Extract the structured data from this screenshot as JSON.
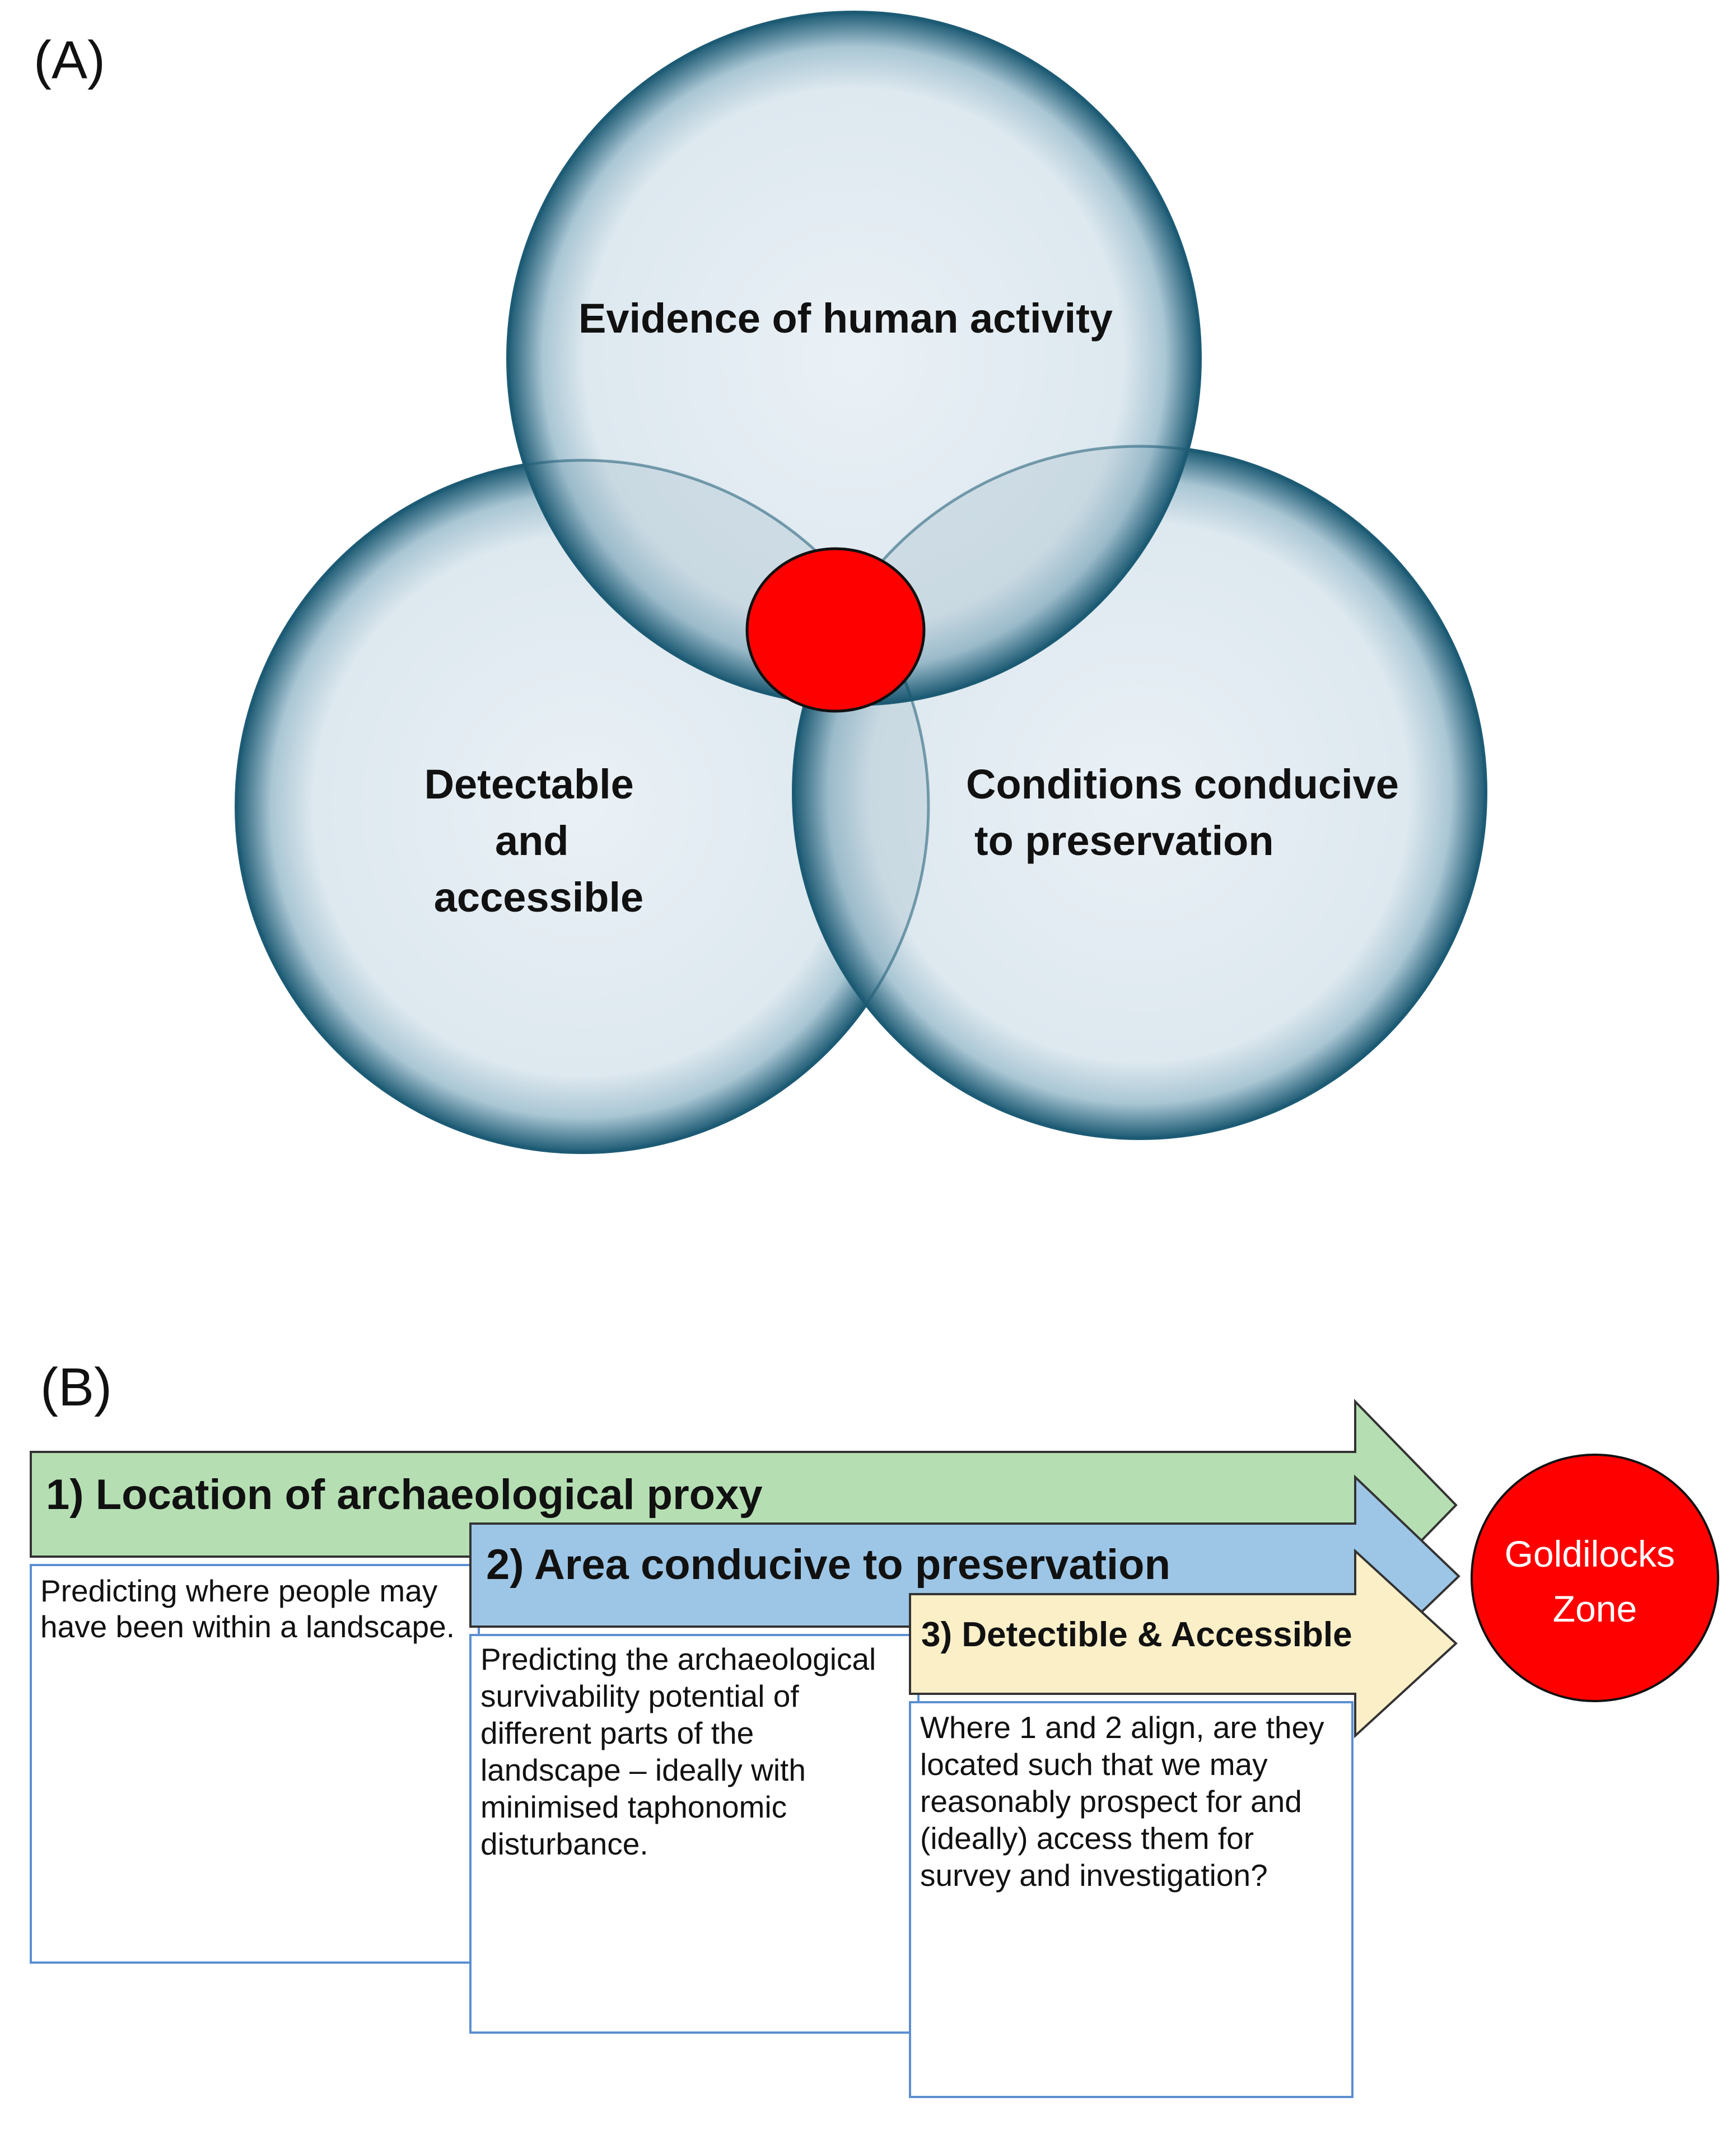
{
  "panel_a": {
    "label": "(A)",
    "circles": [
      {
        "id": "top",
        "lines": [
          "Evidence of human activity"
        ]
      },
      {
        "id": "left",
        "lines": [
          "Detectable",
          "and",
          "accessible"
        ]
      },
      {
        "id": "right",
        "lines": [
          "Conditions conducive",
          "to preservation"
        ]
      }
    ],
    "colors": {
      "circle_fill": "#e6edf3",
      "circle_edge": "#1d5b74",
      "overlap_fill": "#c9d9e2",
      "center_fill": "#ff0000"
    }
  },
  "panel_b": {
    "label": "(B)",
    "stages": [
      {
        "title": "1) Location of archaeological proxy",
        "color": "#b5dfb3",
        "description": [
          "Predicting where people may",
          "have been within a landscape."
        ]
      },
      {
        "title": "2) Area conducive to preservation",
        "color": "#9dc6e6",
        "description": [
          "Predicting the archaeological",
          "survivability potential of",
          "different parts of the",
          "landscape – ideally with",
          "minimised taphonomic",
          "disturbance."
        ]
      },
      {
        "title": "3) Detectible & Accessible",
        "color": "#fbefc7",
        "description": [
          "Where 1 and 2 align, are they",
          "located such that we may",
          "reasonably prospect for and",
          "(ideally) access them for",
          "survey and investigation?"
        ]
      }
    ],
    "zone": {
      "lines": [
        "Goldilocks",
        "Zone"
      ],
      "color": "#ff0000"
    },
    "colors": {
      "box_border": "#5b8fd1",
      "arrow_edge": "#333333"
    }
  }
}
